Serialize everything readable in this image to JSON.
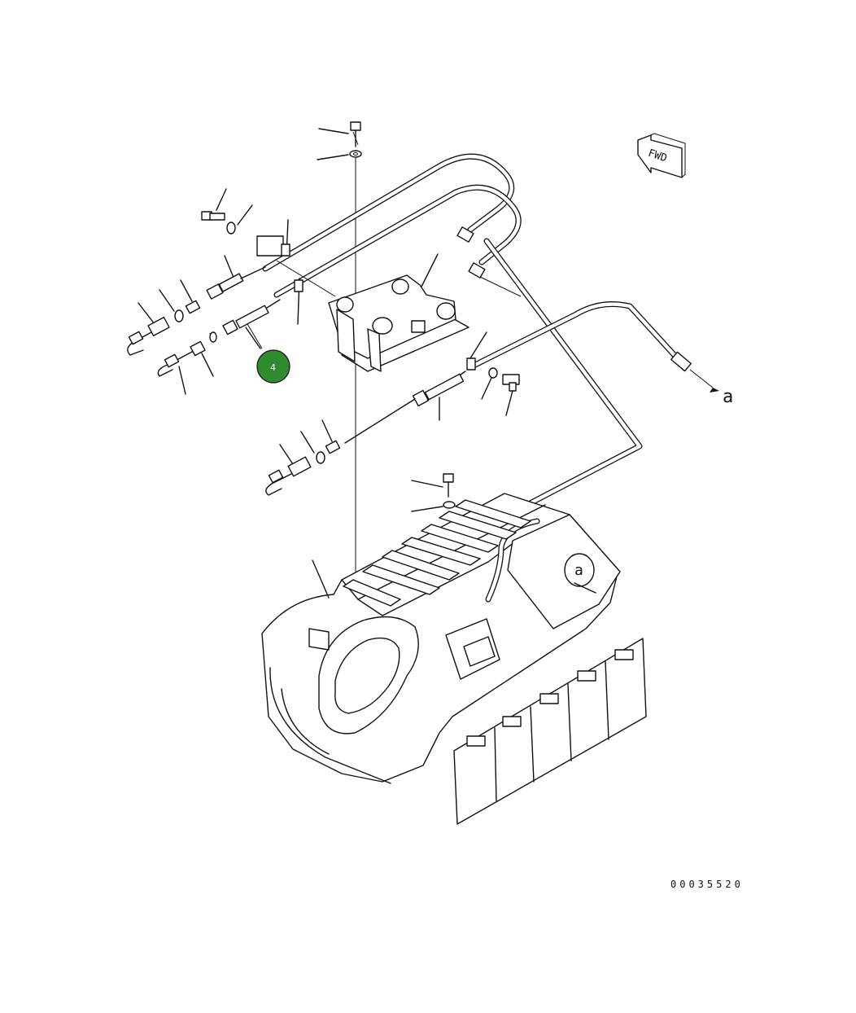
{
  "diagram": {
    "callout": {
      "label": "4",
      "color": "#2e8b2e",
      "text_color": "#ffffff"
    },
    "fwd_arrow": {
      "label": "FWD"
    },
    "connection_ref": {
      "label": "a"
    },
    "drawing_number": "00035520",
    "colors": {
      "line": "#111111",
      "background": "#ffffff"
    }
  }
}
